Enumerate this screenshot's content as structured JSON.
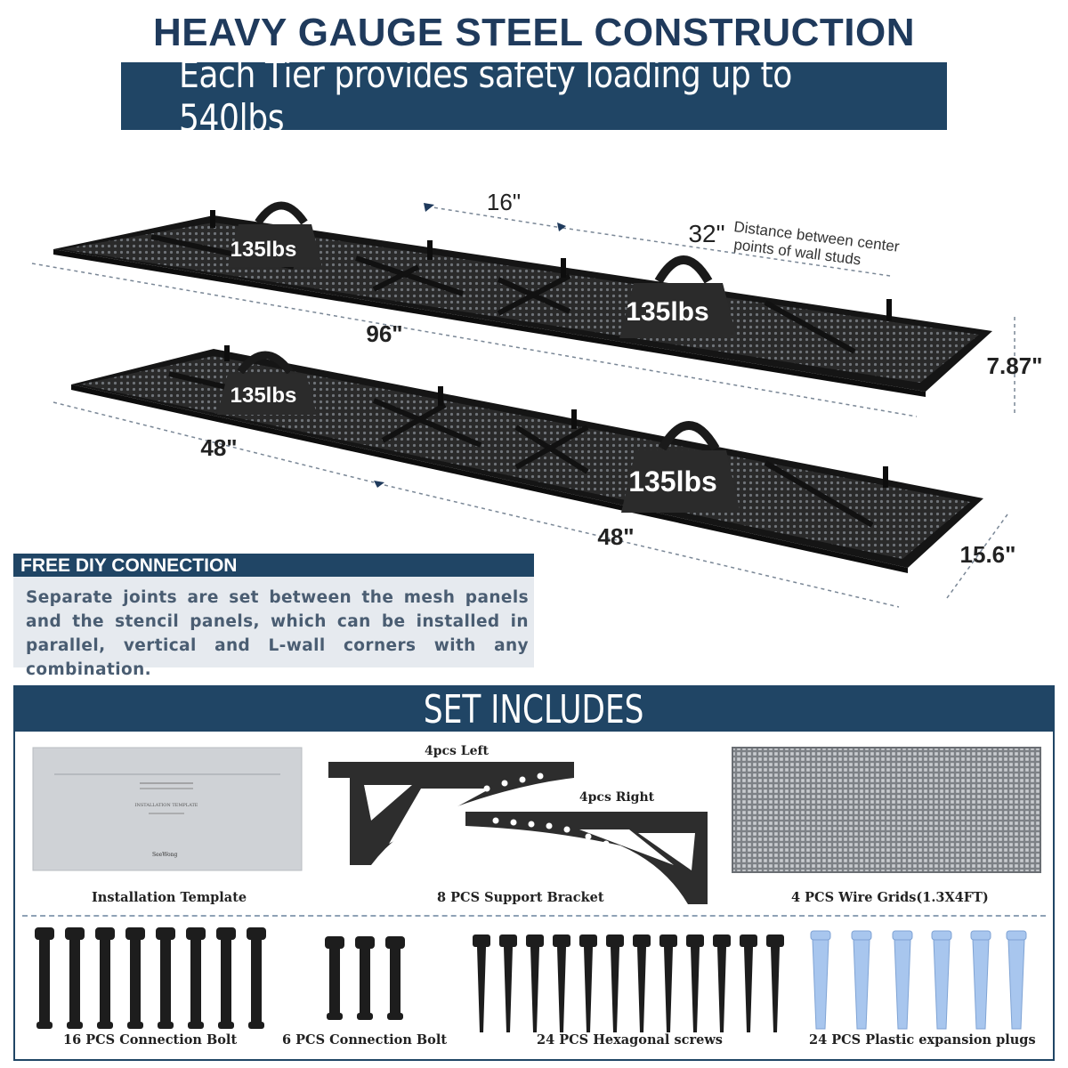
{
  "header": {
    "title": "HEAVY GAUGE STEEL CONSTRUCTION",
    "banner": "Each Tier provides safety loading up to 540lbs"
  },
  "diagram": {
    "weights": [
      "135lbs",
      "135lbs",
      "135lbs",
      "135lbs"
    ],
    "dims": {
      "stud_spacing": "16\"",
      "center_distance": "32\"",
      "center_note_line1": "Distance between center",
      "center_note_line2": "points of wall studs",
      "length_total": "96\"",
      "height": "7.87\"",
      "length_left": "48\"",
      "length_right": "48\"",
      "depth": "15.6\""
    }
  },
  "diy": {
    "heading": "FREE DIY CONNECTION",
    "text": "Separate joints are set between the mesh panels and the stencil panels, which can be installed in parallel, vertical and L-wall corners with any combination."
  },
  "set_includes": {
    "heading": "SET INCLUDES",
    "bracket_left": "4pcs Left",
    "bracket_right": "4pcs Right",
    "template_brand": "SeeWong",
    "template_doc_title": "INSTALLATION TEMPLATE",
    "items": [
      "Installation Template",
      "8 PCS Support Bracket",
      "4 PCS Wire Grids(1.3X4FT)",
      "16 PCS Connection Bolt",
      "6 PCS Connection Bolt",
      "24 PCS Hexagonal screws",
      "24 PCS Plastic expansion plugs"
    ]
  },
  "colors": {
    "navy": "#204565",
    "steel": "#1c1c1c",
    "plug_blue": "#a8c6ee"
  }
}
